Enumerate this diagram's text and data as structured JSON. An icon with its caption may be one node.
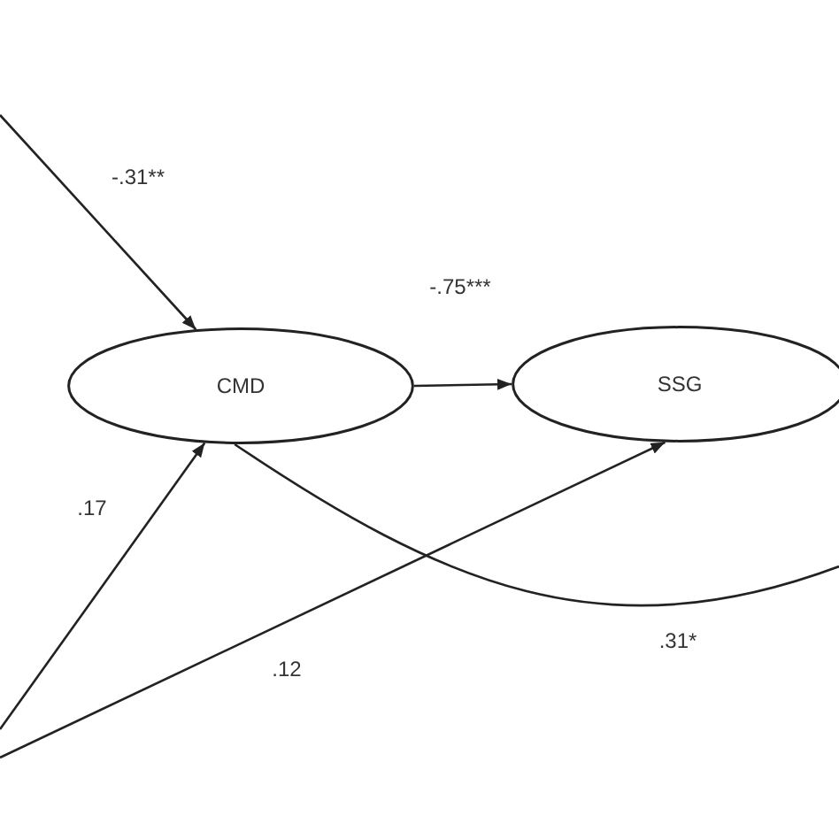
{
  "diagram": {
    "nodes": [
      {
        "text": [
          "CMD"
        ]
      },
      {
        "text": [
          "SSG"
        ]
      }
    ],
    "edges": [
      {
        "from": null,
        "to": 0,
        "arrow": "to",
        "label": "-.31**"
      },
      {
        "from": 0,
        "to": 1,
        "arrow": "to",
        "label": "-.75***"
      },
      {
        "from": null,
        "to": 0,
        "arrow": "to",
        "label": ".17"
      },
      {
        "from": null,
        "to": 1,
        "arrow": "to",
        "label": ".12"
      },
      {
        "from": 0,
        "to": null,
        "arrow": "none",
        "label": ".31*"
      }
    ]
  }
}
